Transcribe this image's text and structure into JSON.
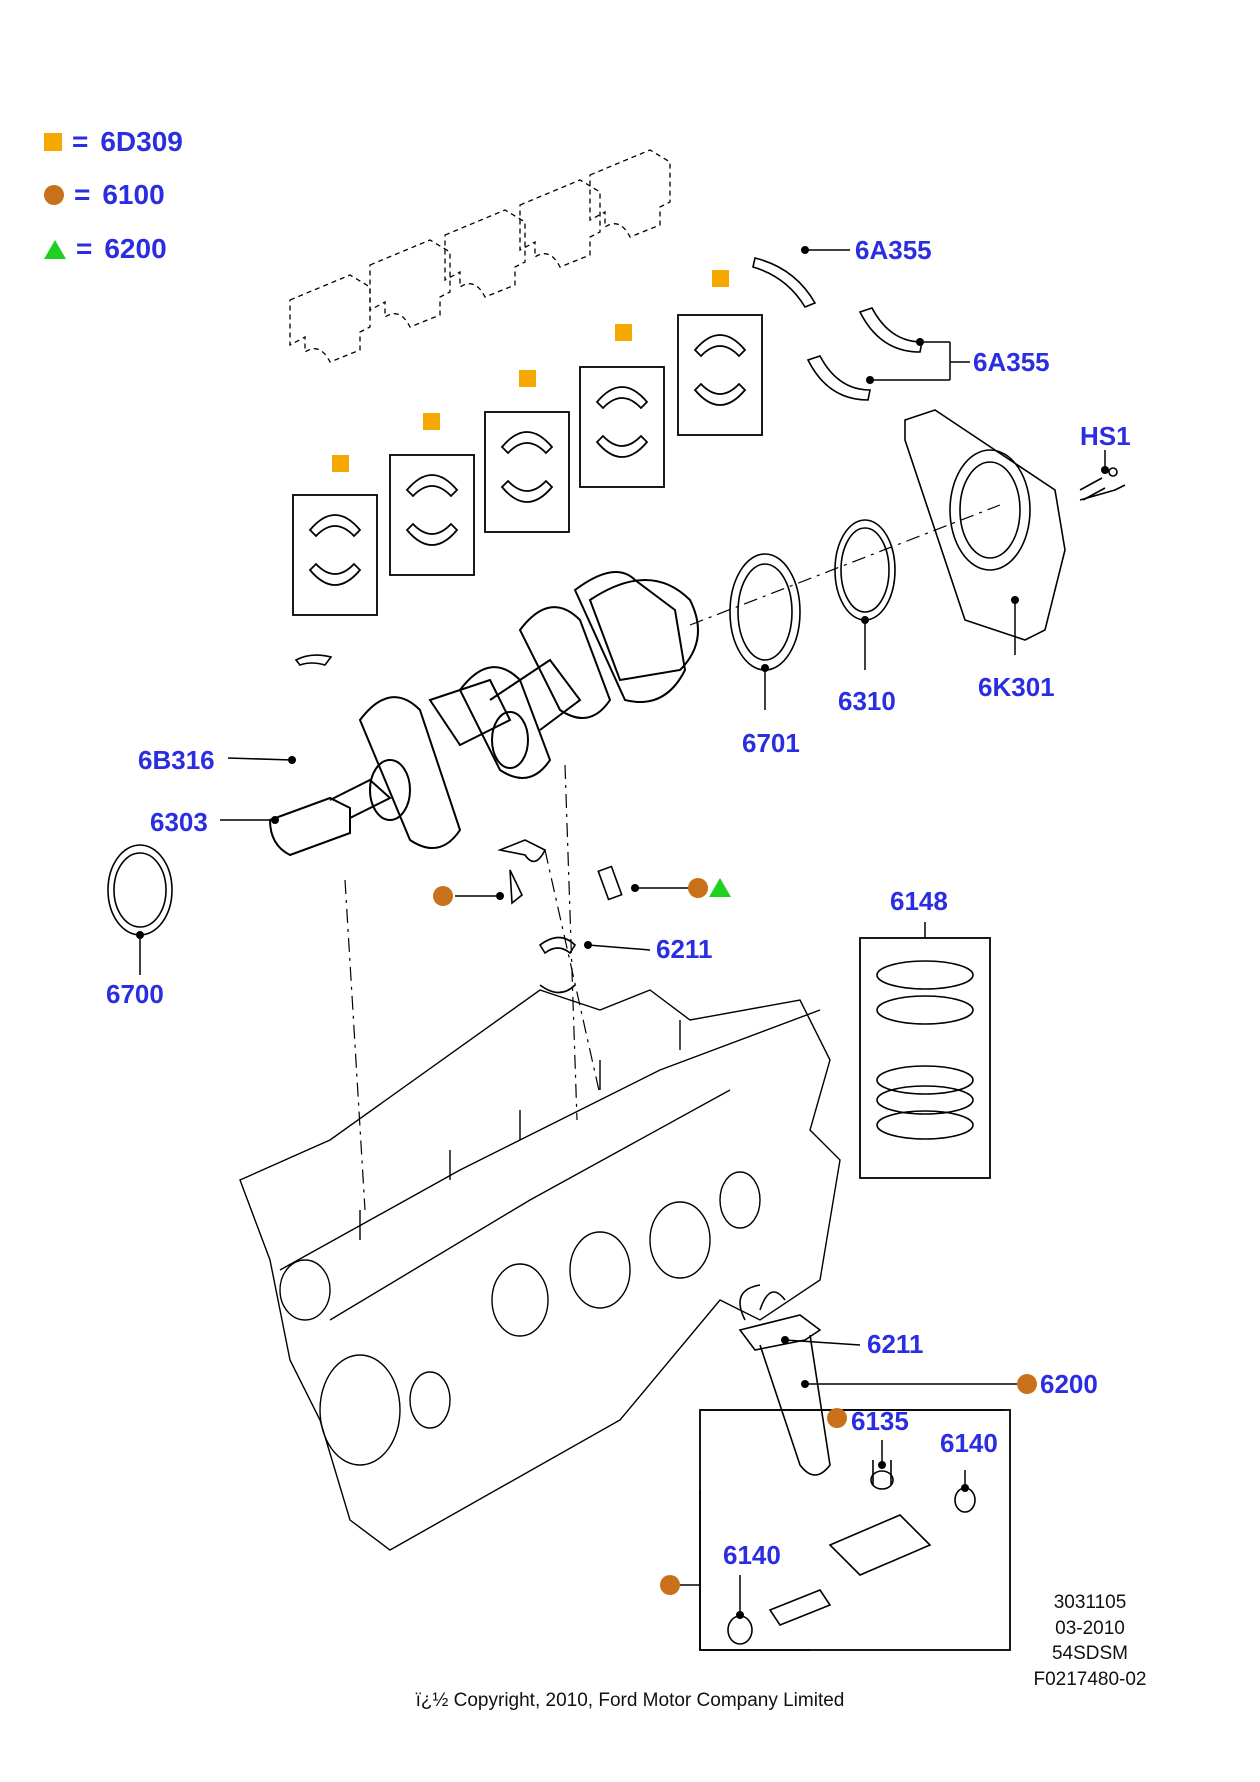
{
  "legend": [
    {
      "symbol": "square",
      "color": "#f5a800",
      "eq": "=",
      "code": "6D309"
    },
    {
      "symbol": "circle",
      "color": "#c8711a",
      "eq": "=",
      "code": "6100"
    },
    {
      "symbol": "triangle",
      "color": "#20d020",
      "eq": "=",
      "code": "6200"
    }
  ],
  "colors": {
    "label": "#2b2ee0",
    "square": "#f5a800",
    "circle": "#c8711a",
    "triangle": "#20d020"
  },
  "parts": {
    "p6A355_top": "6A355",
    "p6A355_pair": "6A355",
    "pHS1": "HS1",
    "p6K301": "6K301",
    "p6310": "6310",
    "p6701": "6701",
    "p6B316": "6B316",
    "p6303": "6303",
    "p6700": "6700",
    "p6211_top": "6211",
    "p6148": "6148",
    "p6211_bottom": "6211",
    "p6200": "6200",
    "p6135": "6135",
    "p6140_right": "6140",
    "p6140_left": "6140"
  },
  "footer": {
    "ref1": "3031105",
    "ref2": "03-2010",
    "ref3": "54SDSM",
    "ref4": "F0217480-02",
    "copyright": "ï¿½ Copyright, 2010, Ford Motor Company Limited"
  }
}
